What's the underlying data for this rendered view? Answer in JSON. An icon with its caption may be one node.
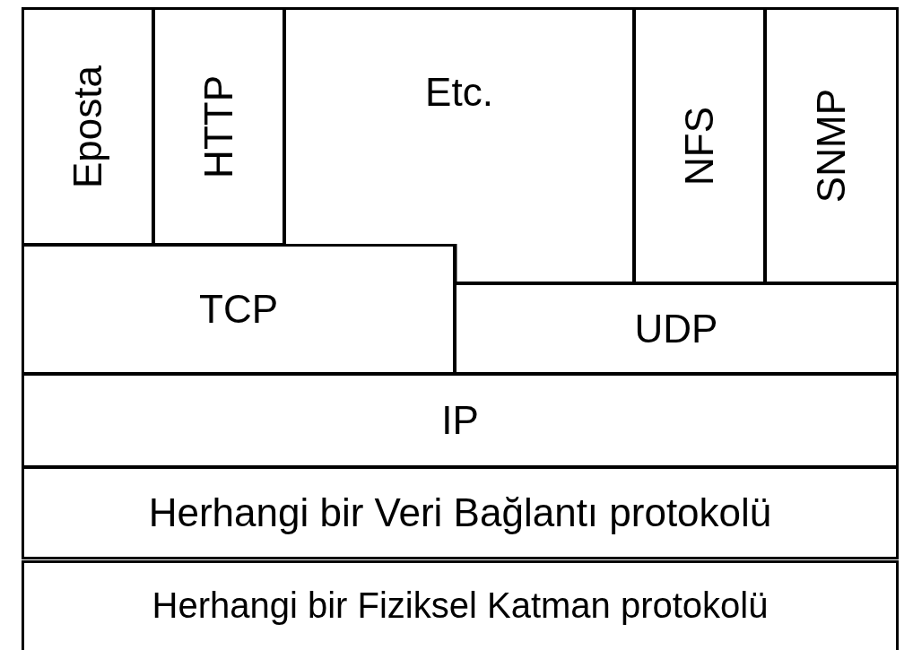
{
  "diagram": {
    "nodes": [
      {
        "text": [
          "Eposta"
        ]
      },
      {
        "text": [
          "HTTP"
        ]
      },
      {
        "text": [
          "Etc."
        ]
      },
      {
        "text": [
          "NFS"
        ]
      },
      {
        "text": [
          "SNMP"
        ]
      },
      {
        "text": [
          "TCP"
        ]
      },
      {
        "text": [
          "UDP"
        ]
      },
      {
        "text": [
          "IP"
        ]
      },
      {
        "text": [
          "Herhangi bir Veri Bağlantı protokolü"
        ]
      },
      {
        "text": [
          "Herhangi bir Fiziksel Katman protokolü"
        ]
      }
    ]
  }
}
